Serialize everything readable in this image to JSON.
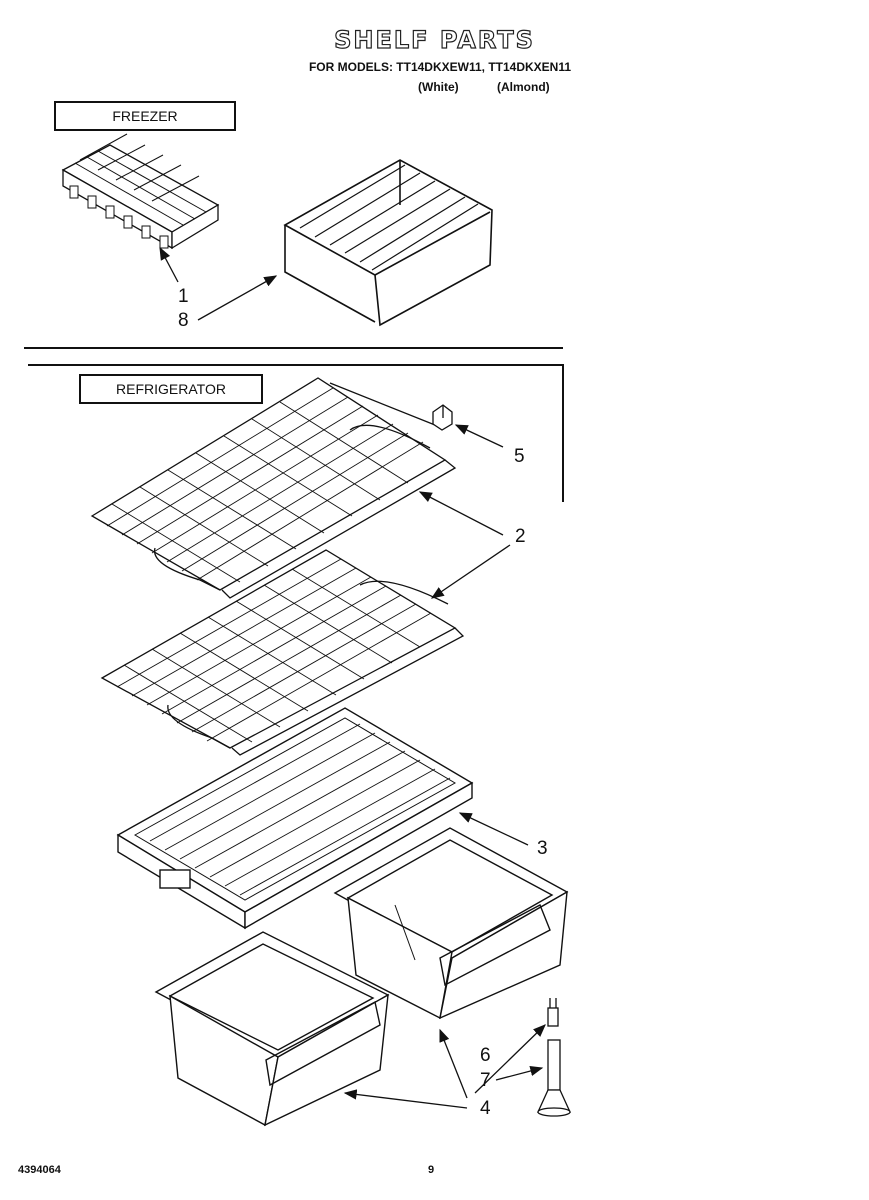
{
  "header": {
    "title": "SHELF PARTS",
    "models": "FOR MODELS: TT14DKXEW11, TT14DKXEN11",
    "variant_white": "(White)",
    "variant_almond": "(Almond)"
  },
  "sections": {
    "freezer": "FREEZER",
    "refrigerator": "REFRIGERATOR"
  },
  "callouts": {
    "c1": "1",
    "c8": "8",
    "c5": "5",
    "c2": "2",
    "c3": "3",
    "c6": "6",
    "c7": "7",
    "c4": "4"
  },
  "footer": {
    "doc_number": "4394064",
    "page": "9"
  }
}
